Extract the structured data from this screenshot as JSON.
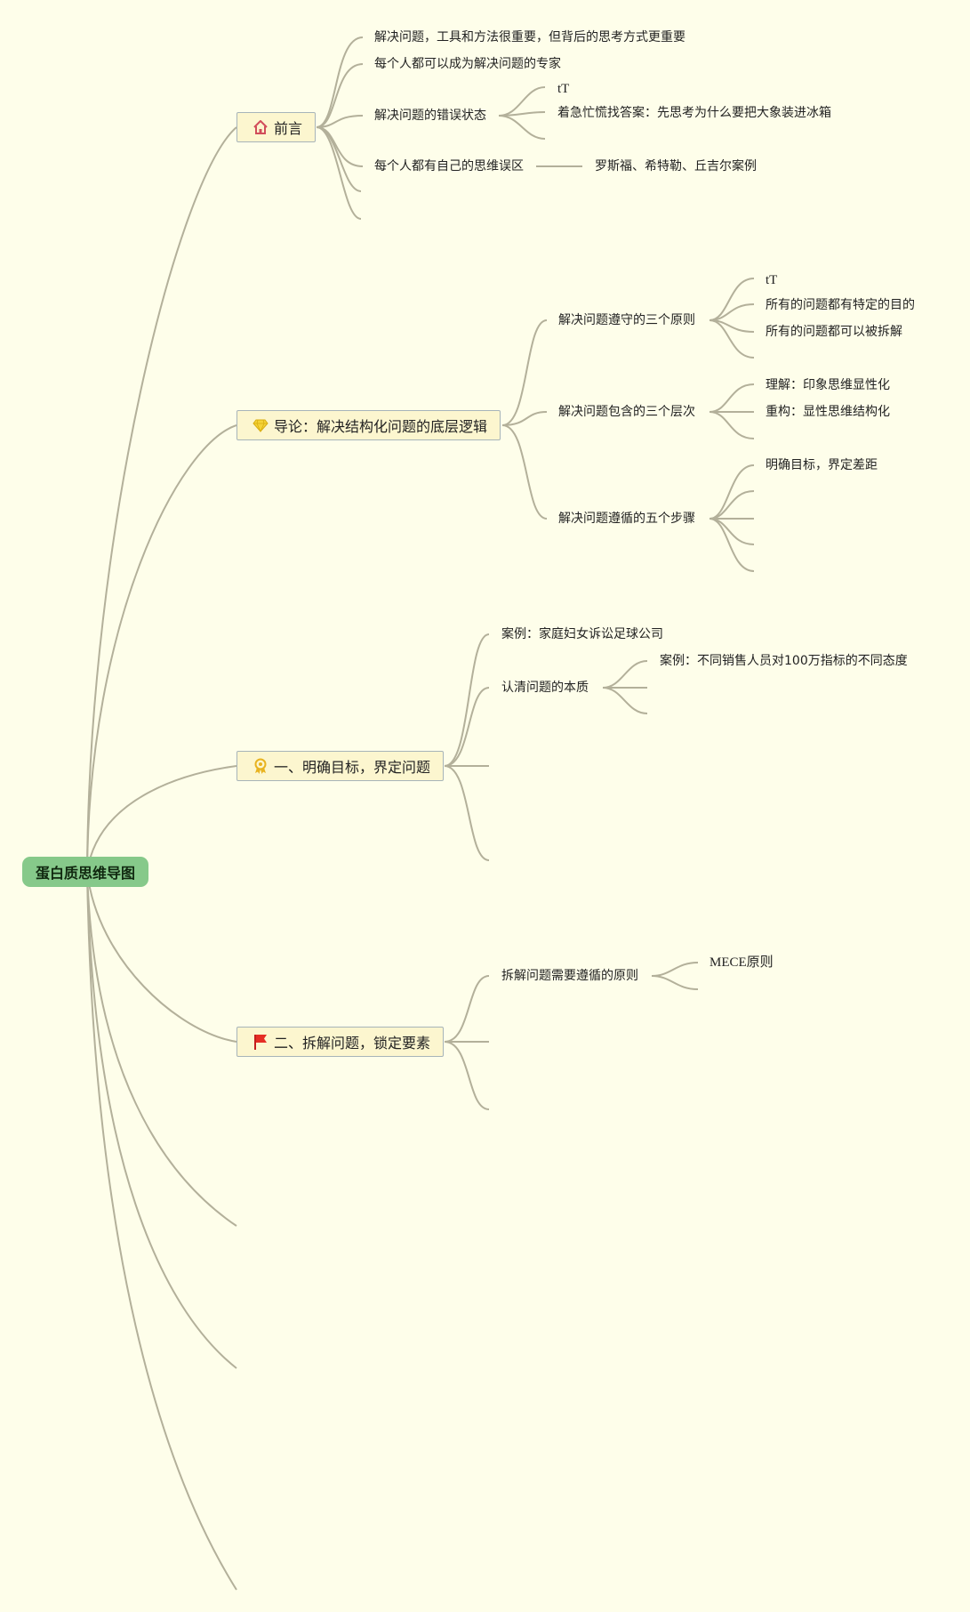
{
  "root": "蛋白质思维导图",
  "colors": {
    "background": "#fefeea",
    "root": "#86c98a",
    "topic": "#fcf6cf",
    "line": "#b3b09a"
  },
  "topics": [
    {
      "label": "前言",
      "icon": "house-icon",
      "children": [
        {
          "label": "解决问题，工具和方法很重要，但背后的思考方式更重要"
        },
        {
          "label": "每个人都可以成为解决问题的专家"
        },
        {
          "label": "解决问题的错误状态",
          "children": [
            "tT",
            "着急忙慌找答案：先思考为什么要把大象装进冰箱"
          ]
        },
        {
          "label": "每个人都有自己的思维误区",
          "children": [
            "罗斯福、希特勒、丘吉尔案例"
          ]
        }
      ]
    },
    {
      "label": "导论：解决结构化问题的底层逻辑",
      "icon": "gem-icon",
      "children": [
        {
          "label": "解决问题遵守的三个原则",
          "children": [
            "tT",
            "所有的问题都有特定的目的",
            "所有的问题都可以被拆解"
          ]
        },
        {
          "label": "解决问题包含的三个层次",
          "children": [
            "理解：印象思维显性化",
            "重构：显性思维结构化"
          ]
        },
        {
          "label": "解决问题遵循的五个步骤",
          "children": [
            "明确目标，界定差距"
          ]
        }
      ]
    },
    {
      "label": "一、明确目标，界定问题",
      "icon": "award-icon",
      "children": [
        {
          "label": "案例：家庭妇女诉讼足球公司"
        },
        {
          "label": "认清问题的本质",
          "children": [
            "案例：不同销售人员对100万指标的不同态度"
          ]
        }
      ]
    },
    {
      "label": "二、拆解问题，锁定要素",
      "icon": "flag-icon",
      "children": [
        {
          "label": "拆解问题需要遵循的原则",
          "children": [
            "MECE原则"
          ]
        }
      ]
    }
  ]
}
